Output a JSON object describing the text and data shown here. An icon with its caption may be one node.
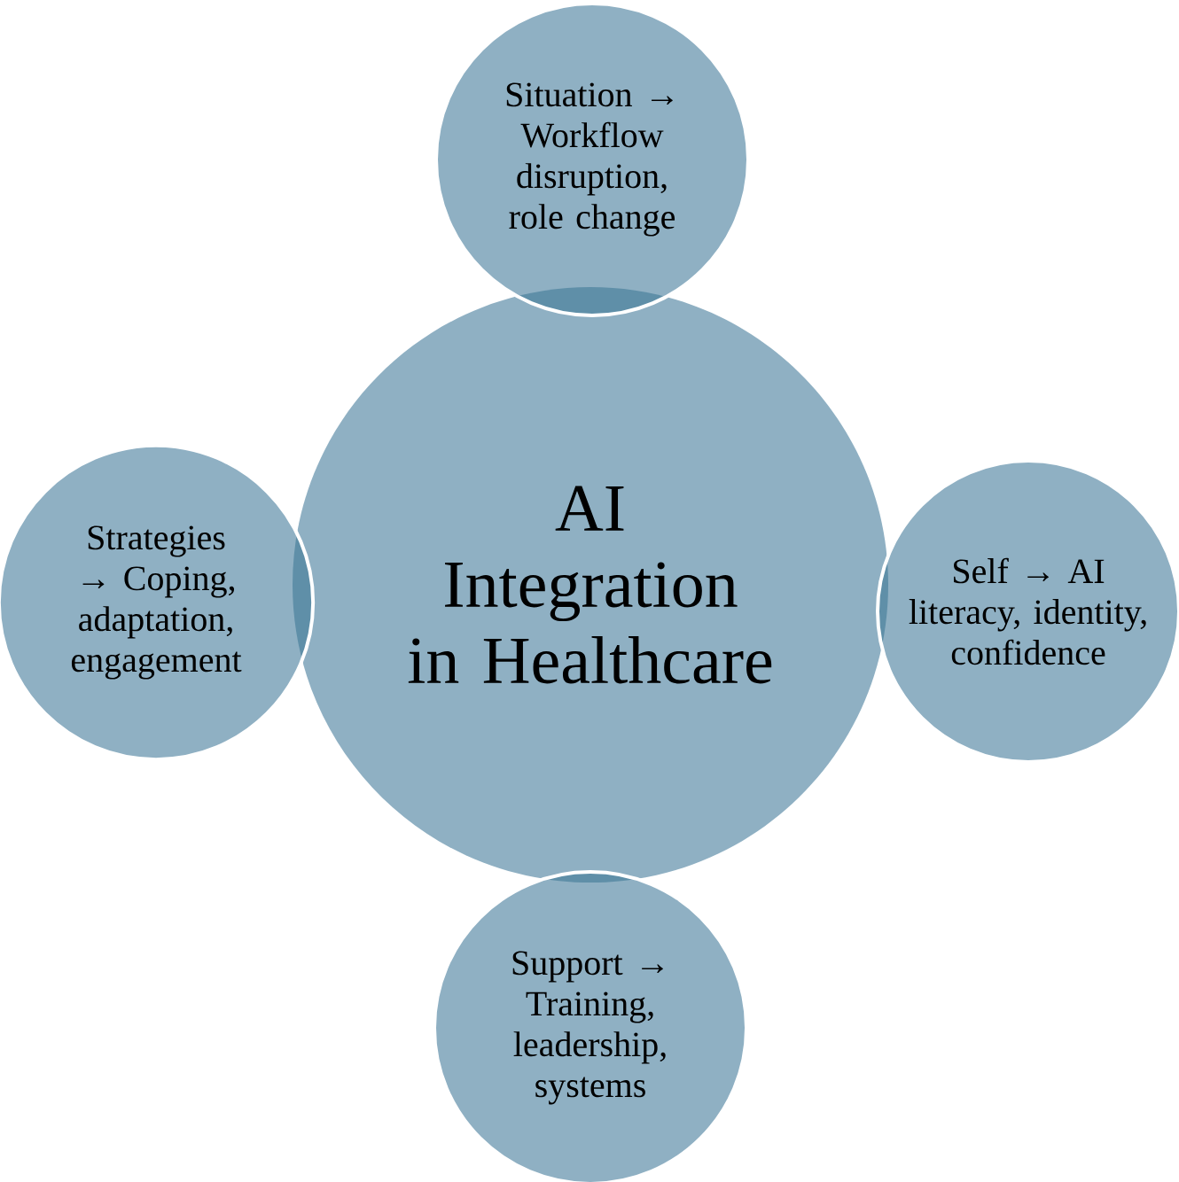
{
  "diagram": {
    "nodes": [
      {
        "text": [
          "Situation → Workflow disruption, role change"
        ]
      },
      {
        "text": [
          "Strategies → Coping, adaptation, engagement"
        ]
      },
      {
        "text": [
          "AI Integration in Healthcare"
        ]
      },
      {
        "text": [
          "Self → AI literacy, identity, confidence"
        ]
      },
      {
        "text": [
          "Support → Training, leadership, systems"
        ]
      }
    ]
  }
}
